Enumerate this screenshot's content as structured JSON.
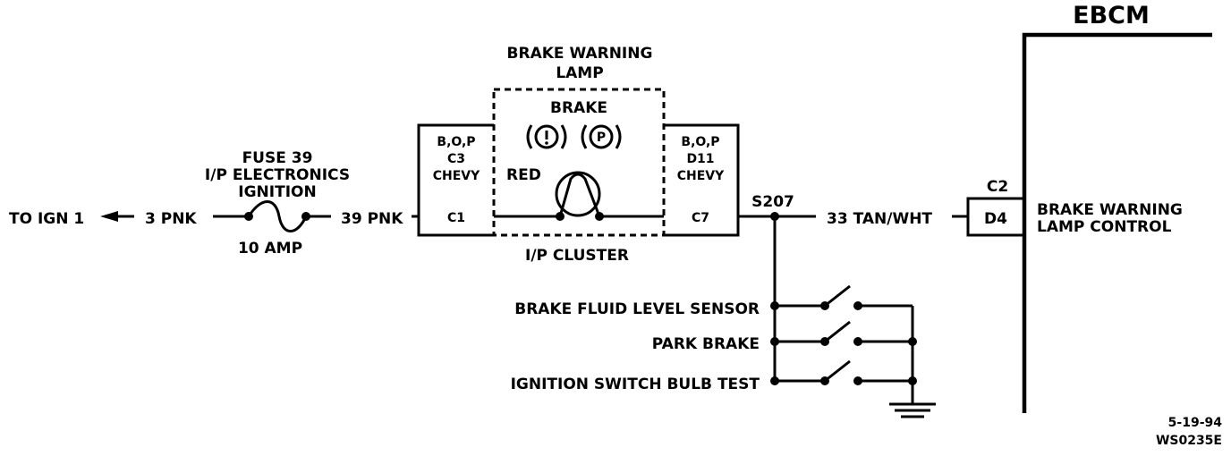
{
  "ebcm": {
    "title": "EBCM",
    "connector": "C2",
    "pin": "D4",
    "function_line1": "BRAKE WARNING",
    "function_line2": "LAMP CONTROL"
  },
  "power_feed": {
    "destination": "TO IGN 1",
    "wire_in": "3 PNK",
    "fuse_line1": "FUSE 39",
    "fuse_line2": "I/P ELECTRONICS",
    "fuse_line3": "IGNITION",
    "fuse_rating": "10 AMP",
    "wire_out": "39 PNK"
  },
  "lamp": {
    "title_line1": "BRAKE WARNING",
    "title_line2": "LAMP",
    "name": "BRAKE",
    "symbol_1": "(!)",
    "symbol_2": "P",
    "color": "RED",
    "cluster_label": "I/P CLUSTER"
  },
  "left_connector": {
    "line1": "B,O,P",
    "line2": "C3",
    "line3": "CHEVY",
    "pin": "C1"
  },
  "right_connector": {
    "line1": "B,O,P",
    "line2": "D11",
    "line3": "CHEVY",
    "pin": "C7"
  },
  "splice": "S207",
  "output_wire": "33 TAN/WHT",
  "switches": [
    "BRAKE FLUID LEVEL SENSOR",
    "PARK BRAKE",
    "IGNITION SWITCH BULB TEST"
  ],
  "footer": {
    "date": "5-19-94",
    "code": "WS0235E"
  }
}
